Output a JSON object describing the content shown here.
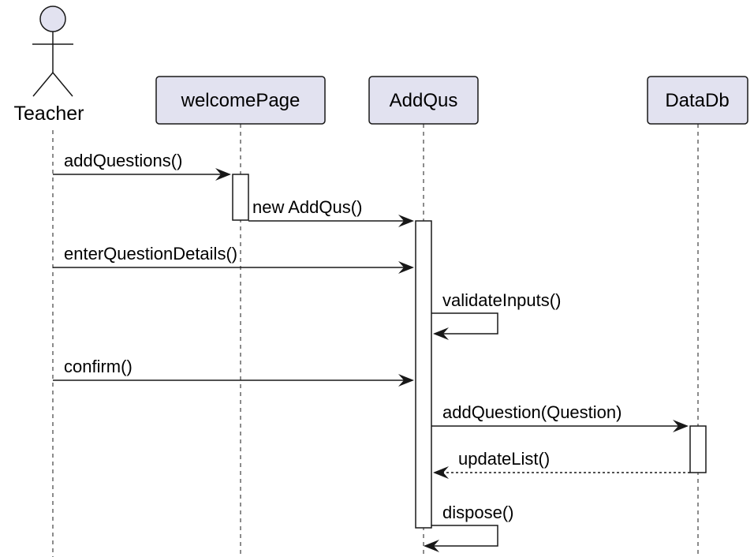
{
  "colors": {
    "participant_fill": "#e2e2f0",
    "participant_stroke": "#181818",
    "lifeline": "#181818",
    "arrow": "#181818",
    "actor_head": "#e2e2f0"
  },
  "actor": {
    "name": "Teacher"
  },
  "participants": [
    "welcomePage",
    "AddQus",
    "DataDb"
  ],
  "messages": [
    {
      "label": "addQuestions()",
      "from": "Teacher",
      "to": "welcomePage",
      "kind": "sync"
    },
    {
      "label": "new AddQus()",
      "from": "welcomePage",
      "to": "AddQus",
      "kind": "sync"
    },
    {
      "label": "enterQuestionDetails()",
      "from": "Teacher",
      "to": "AddQus",
      "kind": "sync"
    },
    {
      "label": "validateInputs()",
      "from": "AddQus",
      "to": "AddQus",
      "kind": "self"
    },
    {
      "label": "confirm()",
      "from": "Teacher",
      "to": "AddQus",
      "kind": "sync"
    },
    {
      "label": "addQuestion(Question)",
      "from": "AddQus",
      "to": "DataDb",
      "kind": "sync"
    },
    {
      "label": "updateList()",
      "from": "DataDb",
      "to": "AddQus",
      "kind": "return"
    },
    {
      "label": "dispose()",
      "from": "AddQus",
      "to": "AddQus",
      "kind": "self"
    }
  ]
}
